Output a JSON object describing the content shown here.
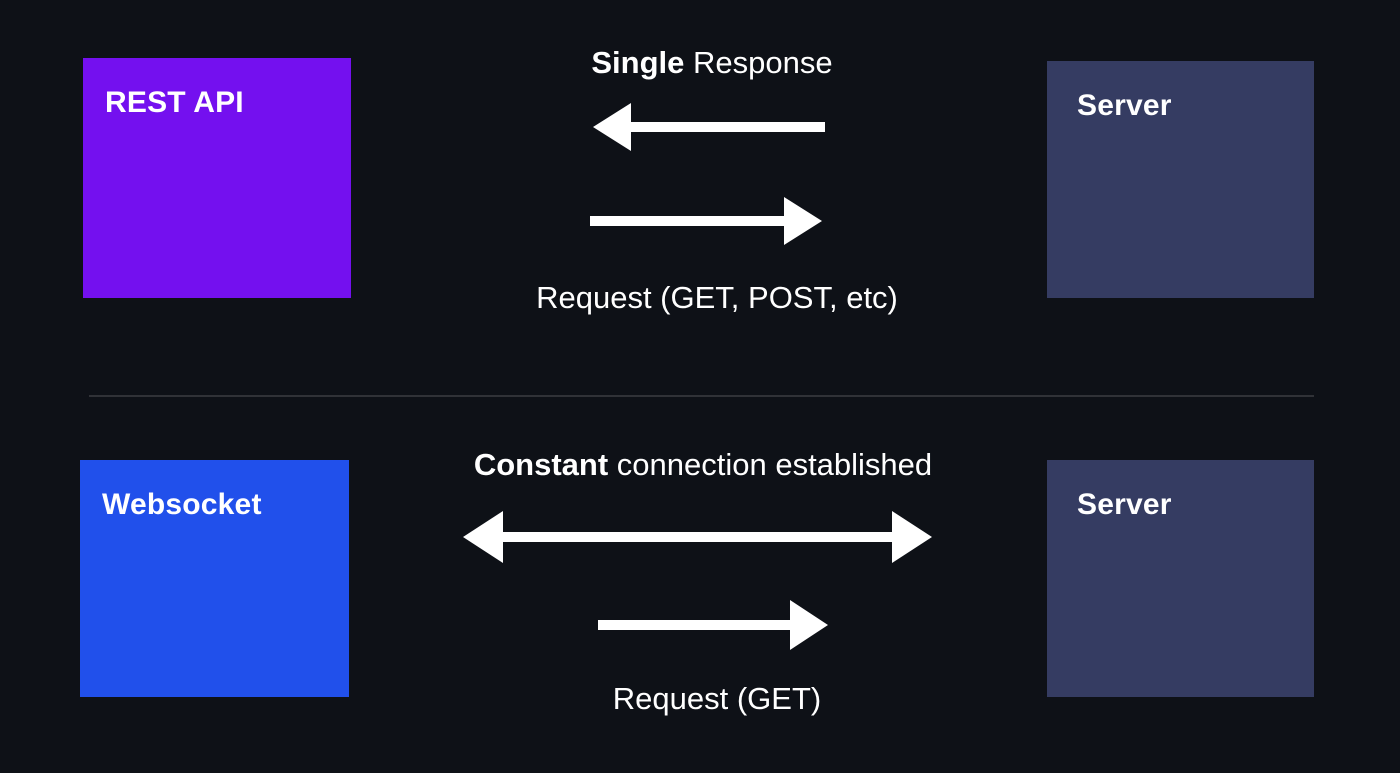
{
  "colors": {
    "background": "#0E1117",
    "rest_api_box": "#7410EF",
    "websocket_box": "#2150EB",
    "server_box": "#353C62",
    "arrow": "#FFFFFF",
    "divider": "rgba(255,255,255,0.14)"
  },
  "rest_section": {
    "client_label": "REST API",
    "server_label": "Server",
    "response_label_bold": "Single",
    "response_label_rest": " Response",
    "request_label": "Request (GET, POST, etc)"
  },
  "ws_section": {
    "client_label": "Websocket",
    "server_label": "Server",
    "connection_label_bold": "Constant",
    "connection_label_rest": " connection established",
    "request_label": "Request (GET)"
  }
}
